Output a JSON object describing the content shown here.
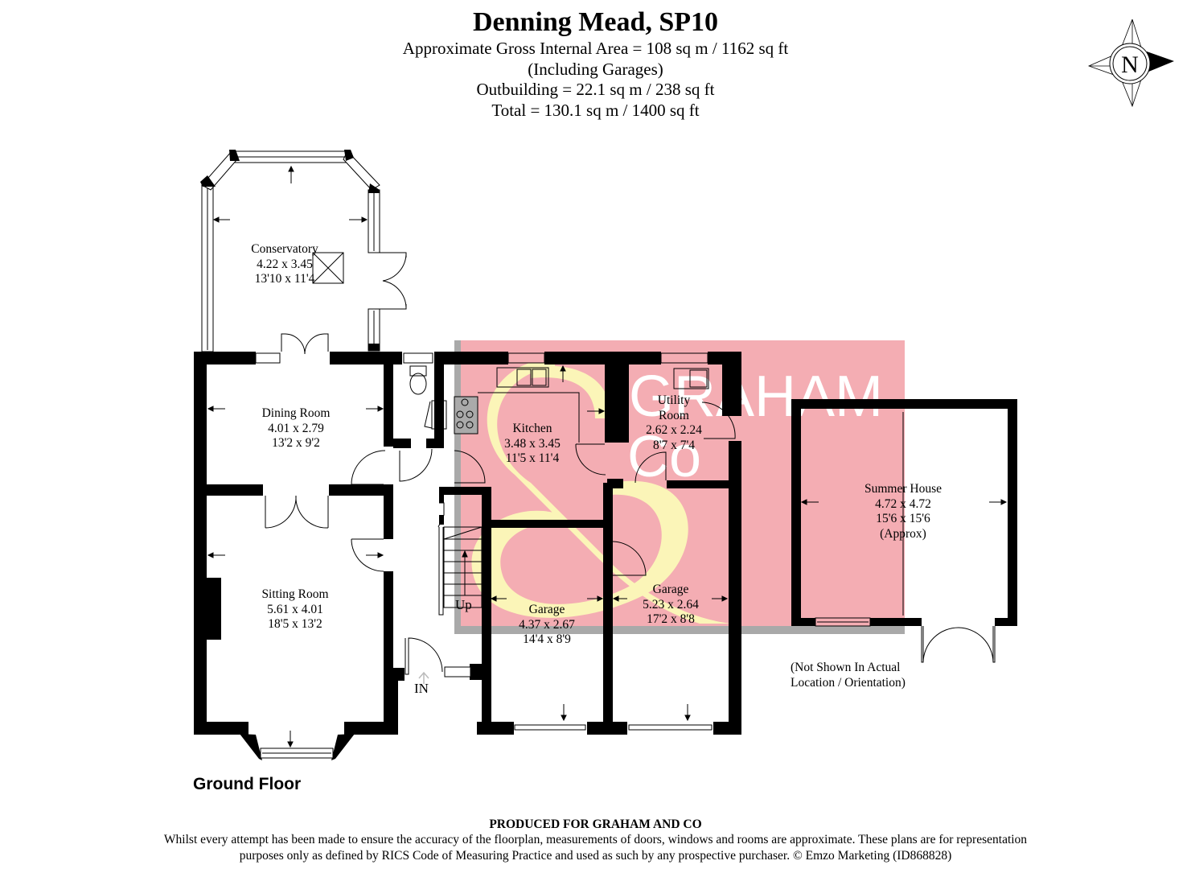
{
  "header": {
    "title": "Denning Mead, SP10",
    "lines": [
      "Approximate Gross Internal Area = 108 sq m / 1162 sq ft",
      "(Including Garages)",
      "Outbuilding = 22.1 sq m / 238 sq ft",
      "Total = 130.1 sq m / 1400 sq ft"
    ]
  },
  "compass": {
    "icon": "north-compass-icon",
    "label": "N"
  },
  "watermark": {
    "brand_text_1": "GRAHAM",
    "brand_text_2": "Co",
    "ampersand": "&",
    "colors": {
      "pink": "#f4adb3",
      "yellow": "#fbf5b8",
      "shadow": "#a9a9a9"
    }
  },
  "rooms": [
    {
      "name": "Conservatory",
      "metric": "4.22 x 3.45",
      "imperial": "13'10 x 11'4"
    },
    {
      "name": "Dining Room",
      "metric": "4.01 x 2.79",
      "imperial": "13'2 x 9'2"
    },
    {
      "name": "Sitting Room",
      "metric": "5.61 x 4.01",
      "imperial": "18'5 x 13'2"
    },
    {
      "name": "Kitchen",
      "metric": "3.48 x 3.45",
      "imperial": "11'5 x 11'4"
    },
    {
      "name": "Utility",
      "name2": "Room",
      "metric": "2.62 x 2.24",
      "imperial": "8'7 x 7'4"
    },
    {
      "name": "Garage",
      "metric": "4.37 x 2.67",
      "imperial": "14'4 x 8'9"
    },
    {
      "name": "Garage",
      "metric": "5.23 x 2.64",
      "imperial": "17'2 x 8'8"
    },
    {
      "name": "Summer House",
      "metric": "4.72 x 4.72",
      "imperial": "15'6 x 15'6",
      "extra": "(Approx)"
    }
  ],
  "labels": {
    "stairs": "Up",
    "entrance": "IN",
    "floor": "Ground Floor",
    "outbuilding_note_1": "(Not Shown In Actual",
    "outbuilding_note_2": "Location / Orientation)"
  },
  "footer": {
    "produced": "PRODUCED FOR GRAHAM AND CO",
    "disclaimer_1": "Whilst every attempt has been made to ensure the accuracy of the floorplan, measurements of doors, windows and rooms are approximate. These plans are for representation",
    "disclaimer_2": "purposes only as defined by RICS Code of Measuring Practice and used as such by any prospective purchaser. © Emzo Marketing (ID868828)"
  }
}
